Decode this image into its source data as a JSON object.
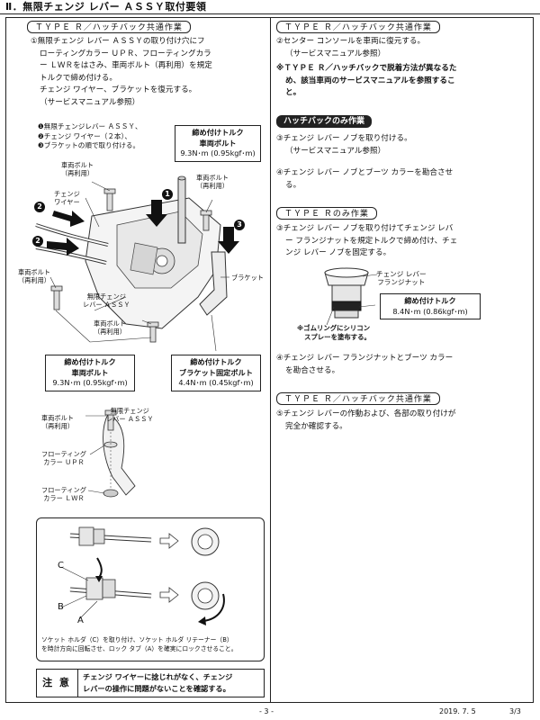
{
  "header": {
    "title": "Ⅱ．無限チェンジ レバー ＡＳＳＹ取付要領"
  },
  "left": {
    "section_header": "ＴＹＰＥ Ｒ／ハッチバック共通作業",
    "step1": [
      "①無限チェンジ レバー ＡＳＳＹの取り付け穴にフ",
      "ローティングカラー ＵＰＲ、フローティングカラ",
      "ー ＬＷＲをはさみ、車両ボルト（再利用）を規定",
      "トルクで締め付ける。",
      "チェンジ ワイヤー、ブラケットを復元する。",
      "（サービスマニュアル参照）"
    ],
    "order": [
      "❶無限チェンジレバー ＡＳＳＹ、",
      "❷チェンジ ワイヤー（２本）、",
      "❸ブラケットの順で取り付ける。"
    ],
    "torque_top": {
      "title": "締め付けトルク",
      "sub": "車両ボルト",
      "value": "9.3N･m (0.95kgf･m)"
    },
    "labels": {
      "bolt_a": "車両ボルト\n（再利用）",
      "bolt_b": "車両ボルト\n（再利用）",
      "wire": "チェンジ\nワイヤー",
      "bolt_c": "車両ボルト\n（再利用）",
      "lever": "無限チェンジ\nレバー ＡＳＳＹ",
      "bolt_d": "車両ボルト\n（再利用）",
      "bracket": "ブラケット"
    },
    "markers": {
      "one": "1",
      "two": "2",
      "three": "3"
    },
    "torque_bl": {
      "title": "締め付けトルク",
      "sub": "車両ボルト",
      "value": "9.3N･m (0.95kgf･m)"
    },
    "torque_br": {
      "title": "締め付けトルク",
      "sub": "ブラケット固定ボルト",
      "value": "4.4N･m (0.45kgf･m)"
    },
    "detail_labels": {
      "bolt": "車両ボルト\n（再利用）",
      "lever": "無限チェンジ\nレバー ＡＳＳＹ",
      "upr": "フローティング\nカラー ＵＰＲ",
      "lwr": "フローティング\nカラー ＬＷＲ"
    },
    "socket": {
      "label_c": "C",
      "label_b": "B",
      "label_a": "A",
      "caption": [
        "ソケット ホルダ（C）を取り付け、ソケット ホルダ リテーナー（B）",
        "を時計方向に回転させ、ロック タブ（A）を確実にロックさせること。"
      ]
    },
    "caution": {
      "tag": "注 意",
      "text": [
        "チェンジ ワイヤーに捻じれがなく、チェンジ",
        "レバーの操作に問題がないことを確認する。"
      ]
    }
  },
  "right": {
    "sec1_header": "ＴＹＰＥ Ｒ／ハッチバック共通作業",
    "step2": [
      "②センター コンソールを車両に復元する。",
      "（サービスマニュアル参照）"
    ],
    "warn": [
      "※ＴＹＰＥ Ｒ／ハッチバックで脱着方法が異なるた",
      "め、該当車両のサービスマニュアルを参照するこ",
      "と。"
    ],
    "sec2_header": "ハッチバックのみ作業",
    "step3": [
      "③チェンジ レバー ノブを取り付ける。",
      "（サービスマニュアル参照）"
    ],
    "step4": [
      "④チェンジ レバー ノブとブーツ カラーを勘合させ",
      "る。"
    ],
    "sec3_header": "ＴＹＰＥ Ｒのみ作業",
    "step3r": [
      "③チェンジ レバー ノブを取り付けてチェンジ レバ",
      "ー フランジナットを規定トルクで締め付け、チェ",
      "ンジ レバー ノブを固定する。"
    ],
    "nut_label": "チェンジ レバー\nフランジナット",
    "torque_nut": {
      "title": "締め付けトルク",
      "value": "8.4N･m (0.86kgf･m)"
    },
    "silicone": [
      "※ゴムリングにシリコン",
      "スプレーを塗布する。"
    ],
    "step4r": [
      "④チェンジ レバー フランジナットとブーツ カラー",
      "を勘合させる。"
    ],
    "sec4_header": "ＴＹＰＥ Ｒ／ハッチバック共通作業",
    "step5": [
      "⑤チェンジ レバーの作動および、各部の取り付けが",
      "完全か確認する。"
    ]
  },
  "footer": {
    "page": "- 3 -",
    "date": "2019. 7. 5",
    "sheet": "3/3"
  }
}
